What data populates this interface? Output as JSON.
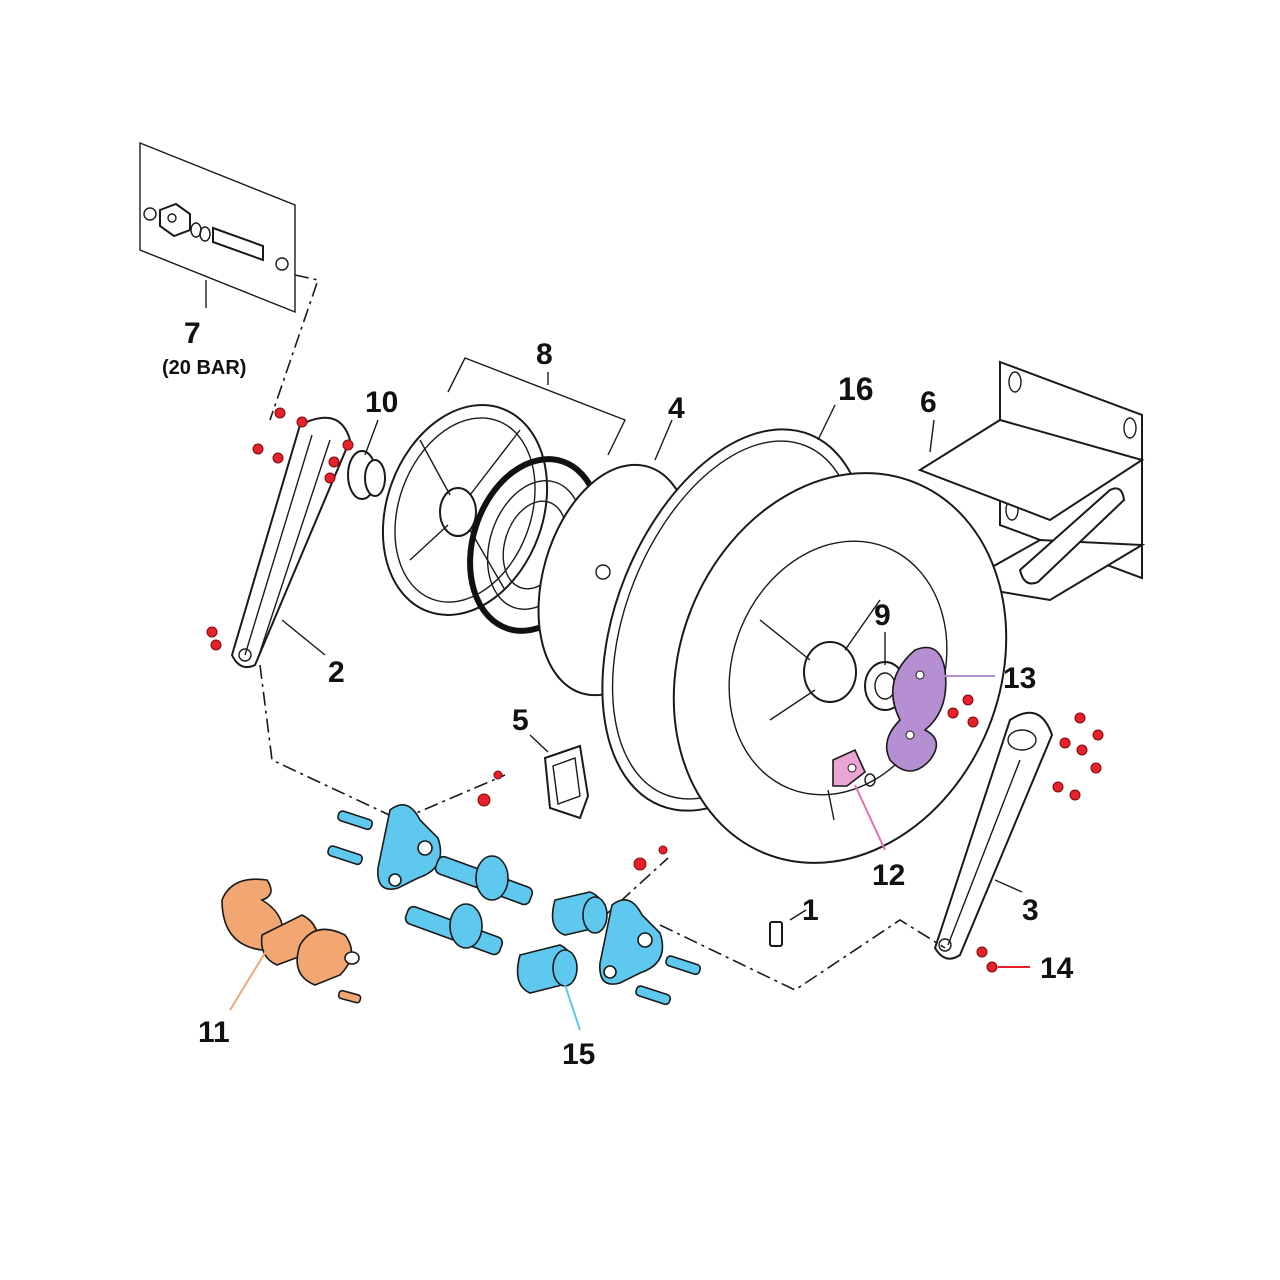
{
  "labels": {
    "l1": "1",
    "l2": "2",
    "l3": "3",
    "l4": "4",
    "l5": "5",
    "l6": "6",
    "l7": "7",
    "l7_sub": "(20 BAR)",
    "l8": "8",
    "l9": "9",
    "l10": "10",
    "l11": "11",
    "l12": "12",
    "l13": "13",
    "l14": "14",
    "l15": "15",
    "l16": "16"
  },
  "colors": {
    "outline": "#1a1a1a",
    "screws": "#e8202a",
    "part_11": "#f2a772",
    "part_12": "#e9a6d4",
    "part_13": "#b58fd1",
    "part_15": "#5ec8ee",
    "leader_11": "#f2a772",
    "leader_12": "#e56fae",
    "leader_13": "#b58fd1",
    "leader_14": "#e8202a",
    "leader_15": "#5ec8ee"
  }
}
